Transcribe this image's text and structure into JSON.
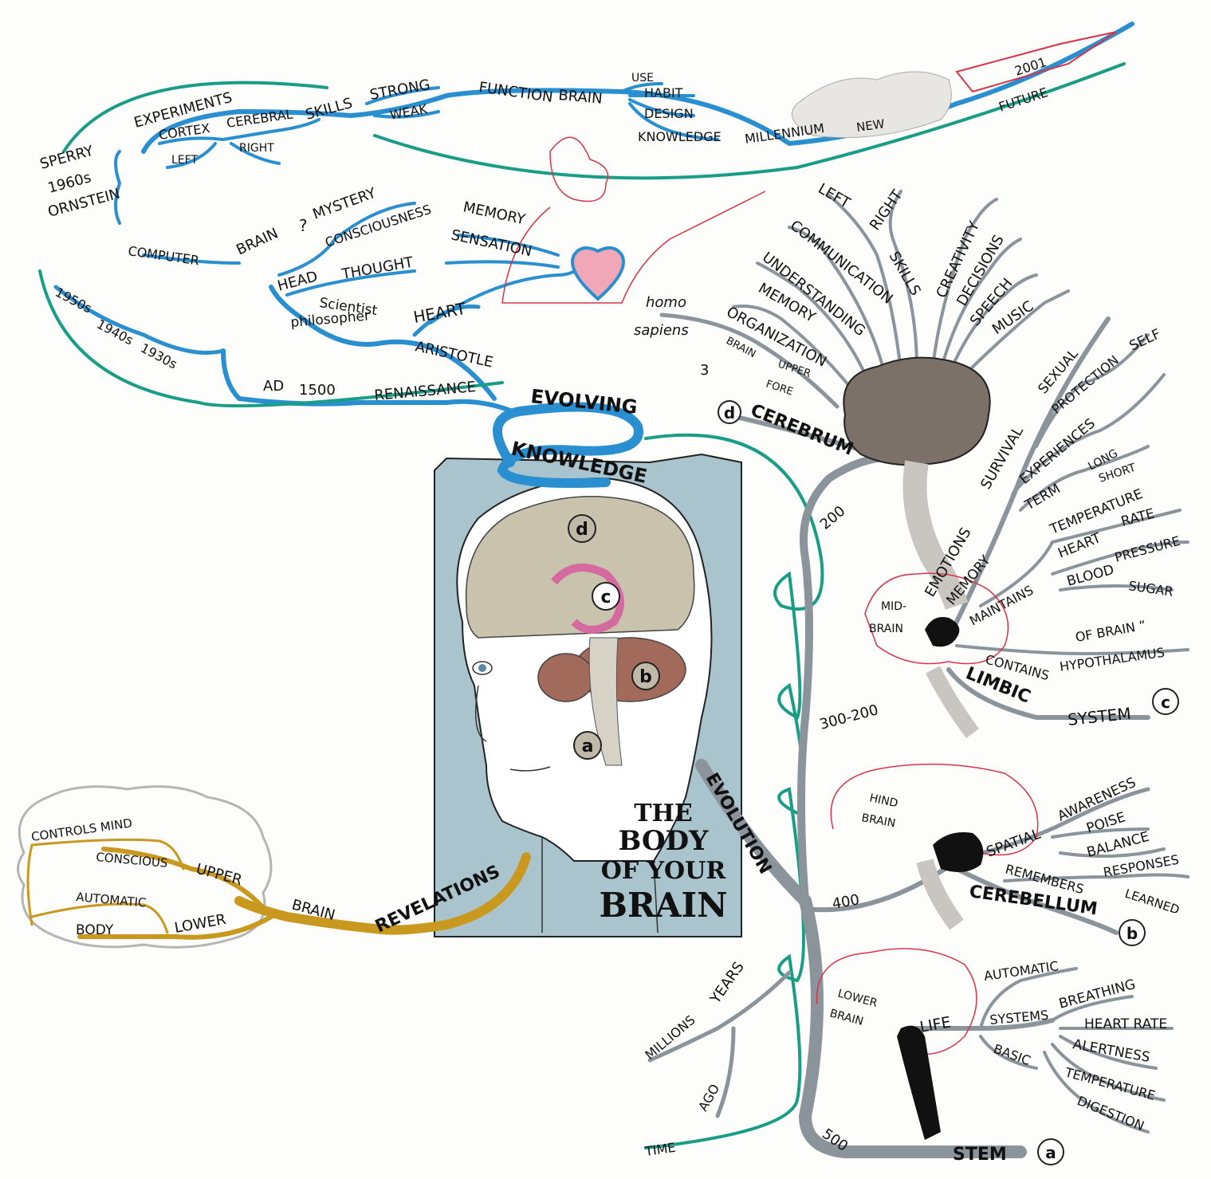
{
  "title": {
    "line1": "THE",
    "line2": "BODY",
    "line3": "OF YOUR",
    "line4": "BRAIN"
  },
  "center": {
    "evolving": "EVOLVING",
    "knowledge": "KNOWLEDGE",
    "evolution": "EVOLUTION",
    "revelations": "REVELATIONS"
  },
  "brain_markers": {
    "a": "a",
    "b": "b",
    "c": "c",
    "d": "d"
  },
  "history": {
    "experiments": "EXPERIMENTS",
    "sperry": "SPERRY",
    "1960s": "1960s",
    "ornstein": "ORNSTEIN",
    "cortex": "CORTEX",
    "cerebral": "CEREBRAL",
    "left": "LEFT",
    "right": "RIGHT",
    "skills": "SKILLS",
    "strong": "STRONG",
    "weak": "WEAK",
    "function": "FUNCTION",
    "brain": "BRAIN",
    "use": "USE",
    "habit": "HABIT",
    "design": "DESIGN",
    "knowledge": "KNOWLEDGE",
    "millennium": "MILLENNIUM",
    "new": "NEW",
    "future": "FUTURE",
    "year2001": "2001",
    "brain2": "BRAIN",
    "question": "?",
    "mystery": "MYSTERY",
    "consciousness": "CONSCIOUSNESS",
    "head": "HEAD",
    "thought": "THOUGHT",
    "computer": "COMPUTER",
    "memory": "MEMORY",
    "sensation": "SENSATION",
    "scientist": "Scientist",
    "philosopher": "philosopher",
    "heart": "HEART",
    "aristotle": "ARISTOTLE",
    "1950s": "1950s",
    "1940s": "1940s",
    "1930s": "1930s",
    "ad": "AD",
    "1500": "1500",
    "renaissance": "RENAISSANCE"
  },
  "cerebrum": {
    "label": "CEREBRUM",
    "marker": "d",
    "number": "3",
    "homo": "homo",
    "sapiens": "sapiens",
    "left": "LEFT",
    "right": "RIGHT",
    "skills": "SKILLS",
    "communication": "COMMUNICATION",
    "understanding": "UNDERSTANDING",
    "memory": "MEMORY",
    "organization": "ORGANIZATION",
    "brain": "BRAIN",
    "upper": "UPPER",
    "fore": "FORE",
    "creativity": "CREATIVITY",
    "decisions": "DECISIONS",
    "speech": "SPEECH",
    "music": "MUSIC"
  },
  "limbic": {
    "label": "LIMBIC",
    "system": "SYSTEM",
    "marker": "c",
    "emotions": "EMOTIONS",
    "survival": "SURVIVAL",
    "sexual": "SEXUAL",
    "protection": "PROTECTION",
    "self": "SELF",
    "experiences": "EXPERIENCES",
    "term": "TERM",
    "long": "LONG",
    "short": "SHORT",
    "memory": "MEMORY",
    "maintains": "MAINTAINS",
    "temperature": "TEMPERATURE",
    "heart": "HEART",
    "rate": "RATE",
    "blood": "BLOOD",
    "pressure": "PRESSURE",
    "sugar": "SUGAR",
    "mid": "MID-",
    "brain": "BRAIN",
    "of_brain": "OF BRAIN ”",
    "contains": "CONTAINS",
    "hypothalamus": "HYPOTHALAMUS"
  },
  "cerebellum": {
    "label": "CEREBELLUM",
    "marker": "b",
    "hind": "HIND",
    "brain": "BRAIN",
    "spatial": "SPATIAL",
    "awareness": "AWARENESS",
    "poise": "POISE",
    "balance": "BALANCE",
    "remembers": "REMEMBERS",
    "responses": "RESPONSES",
    "learned": "LEARNED"
  },
  "stem": {
    "label": "STEM",
    "marker": "a",
    "lower": "LOWER",
    "brain": "BRAIN",
    "life": "LIFE",
    "automatic": "AUTOMATIC",
    "systems": "SYSTEMS",
    "basic": "BASIC",
    "breathing": "BREATHING",
    "heart_rate": "HEART RATE",
    "alertness": "ALERTNESS",
    "temperature": "TEMPERATURE",
    "digestion": "DIGESTION"
  },
  "timeline": {
    "t200": "200",
    "t300_200": "300-200",
    "t400": "400",
    "t500": "500",
    "millions": "MILLIONS",
    "years": "YEARS",
    "ago": "AGO",
    "time": "TIME"
  },
  "revelations_cloud": {
    "controls": "CONTROLS MIND",
    "conscious": "CONSCIOUS",
    "upper": "UPPER",
    "automatic": "AUTOMATIC",
    "body": "BODY",
    "lower": "LOWER",
    "brain": "BRAIN"
  }
}
